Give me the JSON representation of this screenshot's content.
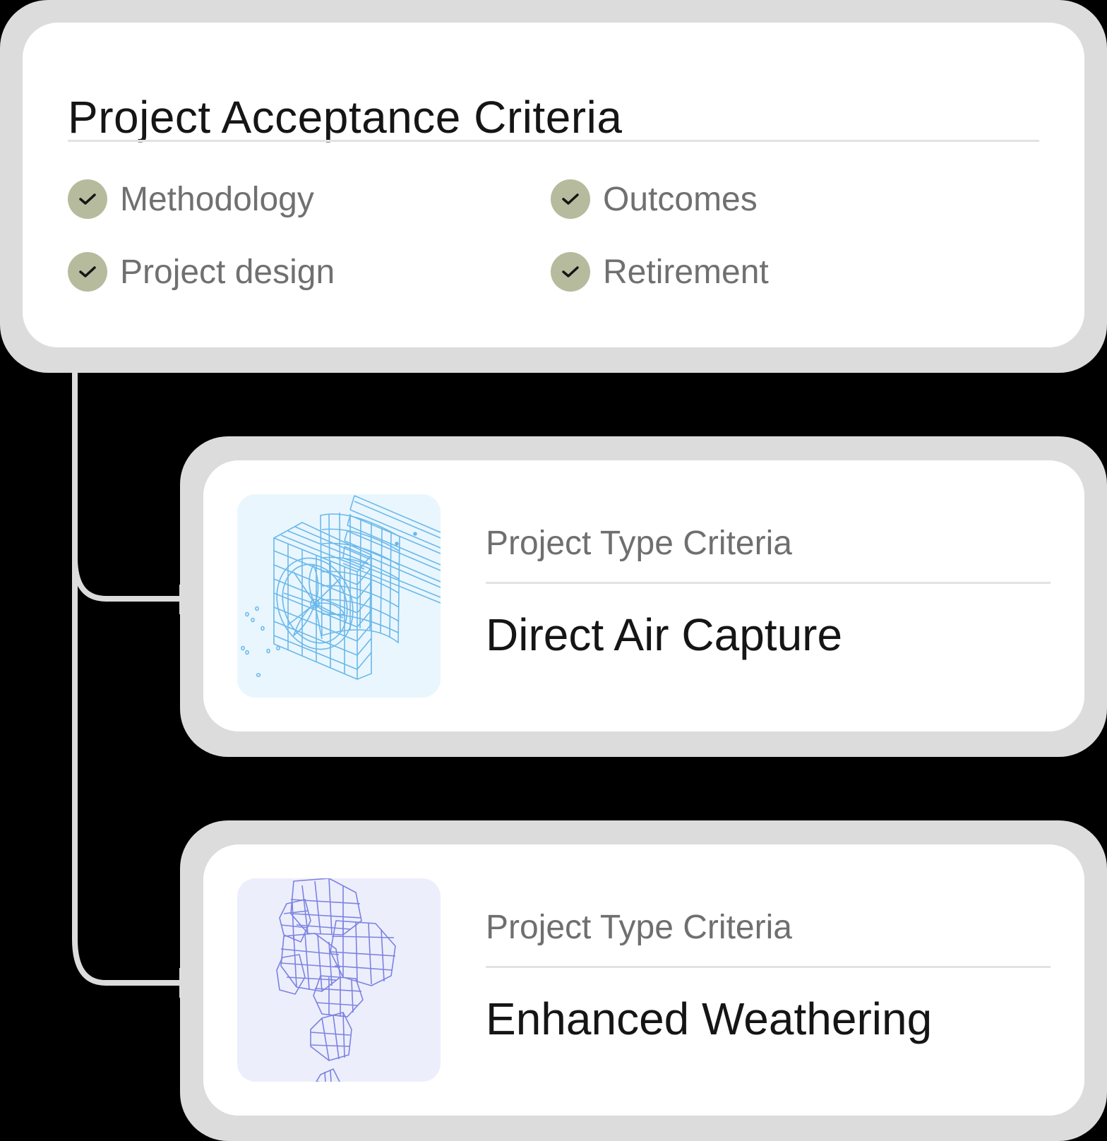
{
  "main": {
    "title": "Project Acceptance Criteria",
    "criteria": [
      {
        "label": "Methodology",
        "icon": "check-icon"
      },
      {
        "label": "Outcomes",
        "icon": "check-icon"
      },
      {
        "label": "Project design",
        "icon": "check-icon"
      },
      {
        "label": "Retirement",
        "icon": "check-icon"
      }
    ]
  },
  "project_types": [
    {
      "kicker": "Project Type Criteria",
      "title": "Direct Air Capture",
      "illustration": "air-capture-fan-icon"
    },
    {
      "kicker": "Project Type Criteria",
      "title": "Enhanced Weathering",
      "illustration": "rocks-icon"
    }
  ],
  "colors": {
    "frame": "#dcdcdc",
    "check_badge": "#b7bb9d",
    "dac_thumb_bg": "#e9f6fe",
    "dac_lines": "#6ab8ea",
    "ew_thumb_bg": "#eceefc",
    "ew_lines": "#7c82e0"
  }
}
